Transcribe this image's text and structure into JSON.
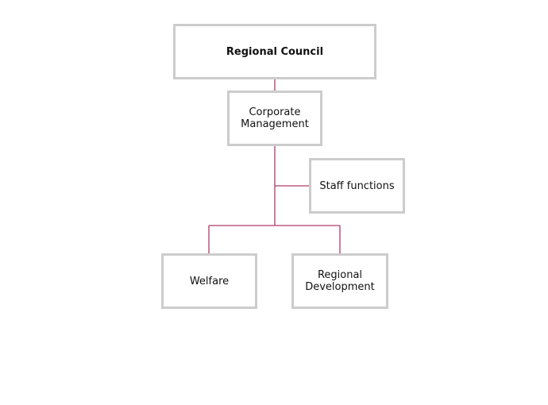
{
  "colors": {
    "connector": "#b03a6a",
    "box_border": "#cccccc",
    "text": "#111111",
    "background": "#ffffff"
  },
  "org_chart": {
    "root": "Regional Council",
    "management": "Corporate\nManagement",
    "staff": "Staff functions",
    "departments": [
      "Welfare",
      "Regional\nDevelopment"
    ]
  }
}
